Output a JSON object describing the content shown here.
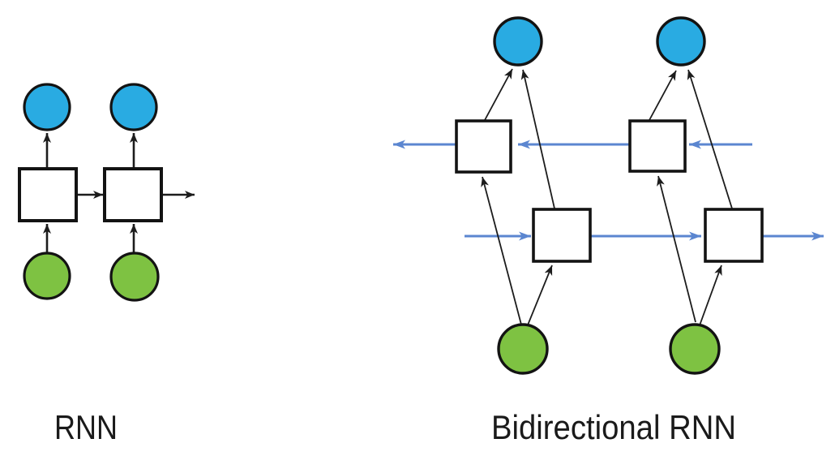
{
  "figure": {
    "background": "#ffffff"
  },
  "colors": {
    "output-node": "#29abe2",
    "input-node": "#7ec242",
    "hidden-node": "#ffffff",
    "node-stroke": "#131313",
    "edge-black": "#1c1c1c",
    "edge-blue": "#5b86d0",
    "label": "#1a1a1a"
  },
  "diagrams": [
    {
      "label": "RNN",
      "node_legend": {
        "input": "green-circle",
        "hidden": "white-square",
        "output": "blue-circle"
      },
      "counts": {
        "inputs": 2,
        "hidden": 2,
        "outputs": 2
      },
      "connections": [
        "input-1 -> hidden-1",
        "input-2 -> hidden-2",
        "hidden-1 -> output-1",
        "hidden-2 -> output-2",
        "hidden-1 -> hidden-2",
        "hidden-2 -> next-step"
      ]
    },
    {
      "label": "Bidirectional RNN",
      "node_legend": {
        "input": "green-circle",
        "forward-hidden": "white-square",
        "backward-hidden": "white-square",
        "output": "blue-circle"
      },
      "counts": {
        "inputs": 2,
        "forward_hidden": 2,
        "backward_hidden": 2,
        "outputs": 2
      },
      "connections": [
        "input-1 -> forward-hidden-1",
        "input-1 -> backward-hidden-1",
        "input-2 -> forward-hidden-2",
        "input-2 -> backward-hidden-2",
        "forward-hidden-1 -> output-1",
        "backward-hidden-1 -> output-1",
        "forward-hidden-2 -> output-2",
        "backward-hidden-2 -> output-2",
        "prev-step -> forward-hidden-1 -> forward-hidden-2 -> next-step (blue, rightward)",
        "next-step -> backward-hidden-2 -> backward-hidden-1 -> prev-step (blue, leftward)"
      ]
    }
  ]
}
